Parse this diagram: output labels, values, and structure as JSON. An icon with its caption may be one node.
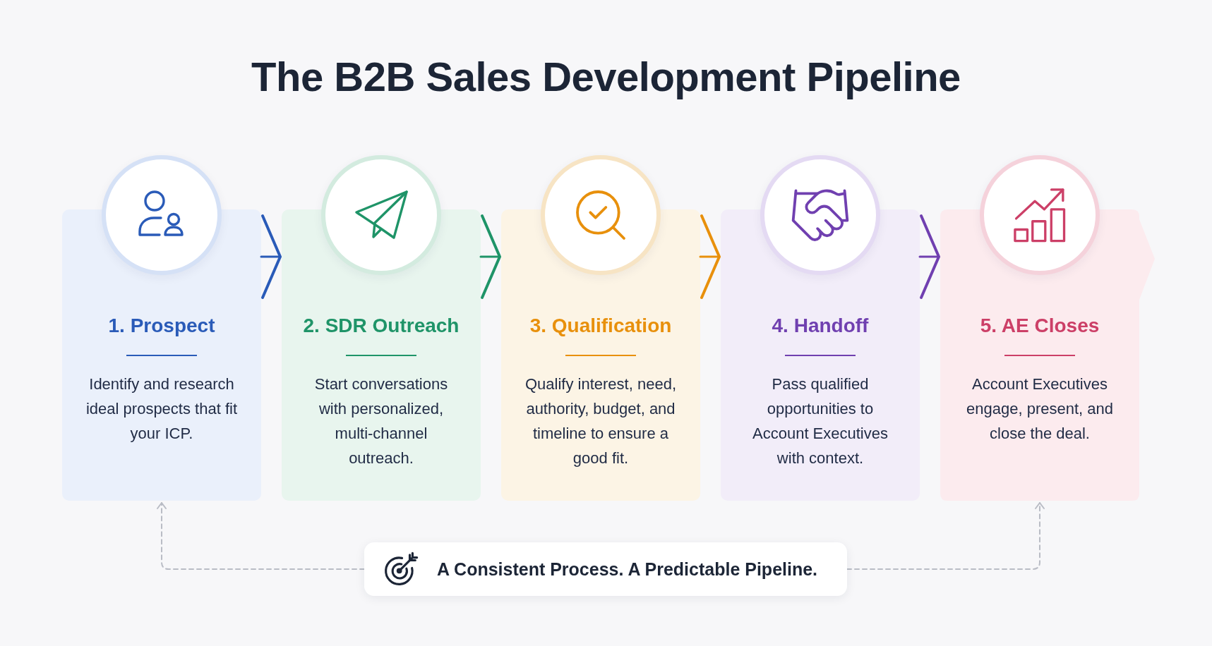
{
  "diagram": {
    "title": "The B2B Sales Development Pipeline",
    "nodes": [
      {
        "text": [
          "1. Prospect",
          "Identify and research ideal prospects that fit your ICP."
        ]
      },
      {
        "text": [
          "2. SDR Outreach",
          "Start conversations with personalized, multi-channel outreach."
        ]
      },
      {
        "text": [
          "3. Qualification",
          "Qualify interest, need, authority, budget, and timeline to ensure a good fit."
        ]
      },
      {
        "text": [
          "4. Handoff",
          "Pass qualified opportunities to Account Executives with context."
        ]
      },
      {
        "text": [
          "5. AE Closes",
          "Account Executives engage, present, and close the deal."
        ]
      },
      {
        "text": [
          "A Consistent Process. A Predictable Pipeline."
        ]
      }
    ],
    "edges": [
      {
        "from": 0,
        "to": 1,
        "arrow": "to",
        "color": "#2a5bb8"
      },
      {
        "from": 1,
        "to": 2,
        "arrow": "to",
        "color": "#1f9468"
      },
      {
        "from": 2,
        "to": 3,
        "arrow": "to",
        "color": "#e8900c"
      },
      {
        "from": 3,
        "to": 4,
        "arrow": "to",
        "color": "#7040b0"
      },
      {
        "from": 5,
        "to": 0,
        "arrow": "to",
        "style": "dashed",
        "color": "#b9bcc5"
      },
      {
        "from": 5,
        "to": 4,
        "arrow": "to",
        "style": "dashed",
        "color": "#b9bcc5"
      }
    ]
  }
}
